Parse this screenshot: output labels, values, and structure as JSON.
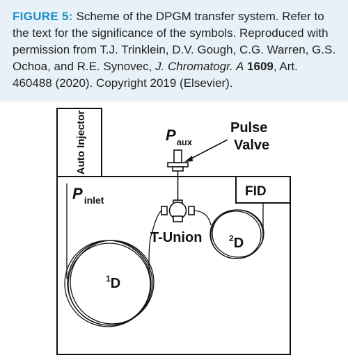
{
  "caption": {
    "figure_label": "FIGURE 5:",
    "text_1": " Scheme of the DPGM transfer system. Refer to the text for the significance of the symbols. Reproduced with permission from T.J. Trinklein, D.V. Gough, C.G. Warren, G.S. Ochoa, and R.E. Synovec, ",
    "journal": "J. Chromatogr. A",
    "text_2": " ",
    "volume": "1609",
    "text_3": ", Art. 460488 (2020). Copyright 2019 (Elsevier)."
  },
  "diagram": {
    "auto_injector": "Auto Injector",
    "p_aux_main": "P",
    "p_aux_sub": "aux",
    "pulse_valve_line1": "Pulse",
    "pulse_valve_line2": "Valve",
    "p_inlet_main": "P",
    "p_inlet_sub": "inlet",
    "fid": "FID",
    "t_union": "T-Union",
    "column1_sup": "1",
    "column1_main": "D",
    "column2_sup": "2",
    "column2_main": "D"
  },
  "colors": {
    "caption_background": "#e7f1f7",
    "figure_label": "#1b8fc8",
    "line": "#111111"
  }
}
